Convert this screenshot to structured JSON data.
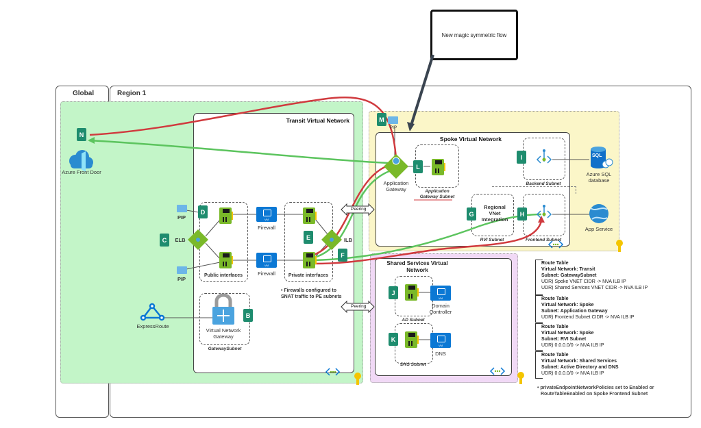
{
  "callout": {
    "text": "New magic symmetric flow"
  },
  "regions": {
    "global": {
      "title": "Global"
    },
    "region1": {
      "title": "Region 1"
    }
  },
  "global": {
    "badge_n": "N",
    "front_door": {
      "label": "Azure Front Door",
      "icon": "azure-front-door-icon"
    }
  },
  "transit": {
    "title": "Transit Virtual Network",
    "badges": {
      "c": "C",
      "d": "D",
      "e": "E",
      "f": "F",
      "b": "B"
    },
    "pip_top": "PIP",
    "pip_bottom": "PIP",
    "elb": "ELB",
    "ilb": "ILB",
    "public_interfaces": "Public interfaces",
    "private_interfaces": "Private interfaces",
    "firewall_top": "Firewall",
    "firewall_bottom": "Firewall",
    "vm_tag": "VM",
    "note": "• Firewalls configured to SNAT traffic to PE subnets",
    "vng": {
      "line1": "Virtual Network",
      "line2": "Gateway"
    },
    "gateway_subnet": "GatewaySubnet",
    "expressroute": "ExpressRoute"
  },
  "peering": {
    "top": "Peering",
    "bottom": "Peering"
  },
  "spoke": {
    "title": "Spoke Virtual Network",
    "badges": {
      "m": "M",
      "l": "L",
      "i": "I",
      "g": "G",
      "h": "H"
    },
    "pip": "PIP",
    "app_gateway": {
      "line1": "Application",
      "line2": "Gateway"
    },
    "app_gateway_subnet": {
      "line1": "Application",
      "line2": "Gateway Subnet"
    },
    "backend_subnet": "Backend Subnet",
    "rvi": {
      "line1": "Regional",
      "line2": "VNet",
      "line3": "Integration"
    },
    "rvi_subnet": "RVI Subnet",
    "frontend_subnet": "Frontend Subnet",
    "sql": {
      "line1": "Azure SQL",
      "line2": "database",
      "icon_text": "SQL"
    },
    "app_service": "App Service"
  },
  "shared": {
    "title_line1": "Shared Services Virtual",
    "title_line2": "Network",
    "badges": {
      "j": "J",
      "k": "K"
    },
    "domain_controller": {
      "line1": "Domain",
      "line2": "Controller"
    },
    "dns": "DNS",
    "ad_subnet": "AD Subnet",
    "dns_subnet": "DNS Subnet",
    "vm_tag": "VM"
  },
  "route_tables": [
    {
      "title": "Route Table",
      "vnet": "Virtual Network: Transit",
      "subnet": "Subnet: GatewaySubnet",
      "udrs": [
        "UDR) Spoke VNET CIDR -> NVA ILB IP",
        "UDR) Shared Services VNET CIDR -> NVA ILB IP"
      ]
    },
    {
      "title": "Route Table",
      "vnet": "Virtual Network: Spoke",
      "subnet": "Subnet: Application Gateway",
      "udrs": [
        "UDR) Frontend Subnet CIDR -> NVA ILB IP"
      ]
    },
    {
      "title": "Route Table",
      "vnet": "Virtual Network: Spoke",
      "subnet": "Subnet: RVI Subnet",
      "udrs": [
        "UDR) 0.0.0.0/0 -> NVA ILB IP"
      ]
    },
    {
      "title": "Route Table",
      "vnet": "Virtual Network: Shared Services",
      "subnet": "Subnet: Active Directory and DNS",
      "udrs": [
        "UDR) 0.0.0.0/0 -> NVA ILB IP"
      ]
    }
  ],
  "footnote": {
    "line1": "• privateEndpointNetworkPolicies set to Enabled or",
    "line2": "RouteTableEnabled on Spoke Frontend Subnet"
  },
  "colors": {
    "global_zone": "#c3f5c8",
    "spoke_zone": "#fbf6c8",
    "shared_zone": "#f1d9f6",
    "badge": "#1e8c6e",
    "flow_red": "#d03a3e",
    "flow_green": "#5cc45e",
    "vm_blue": "#0b78d4",
    "nic_green": "#7ab929"
  }
}
